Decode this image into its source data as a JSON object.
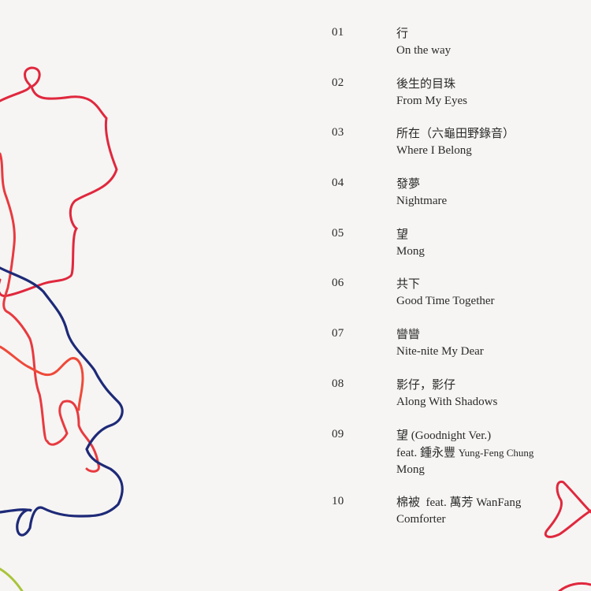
{
  "album": {
    "background_color": "#f6f5f3",
    "text_color": "#2a2a2a",
    "yarn_colors": {
      "red": "#e0283e",
      "orange_red": "#ee4a3a",
      "navy": "#1e2a78",
      "lime": "#a8c43a"
    }
  },
  "tracks": [
    {
      "number": "01",
      "chinese": "行",
      "english": "On the way"
    },
    {
      "number": "02",
      "chinese": "後生的目珠",
      "english": "From My Eyes"
    },
    {
      "number": "03",
      "chinese": "所在（六龜田野錄音）",
      "english": "Where I Belong"
    },
    {
      "number": "04",
      "chinese": "發夢",
      "english": "Nightmare"
    },
    {
      "number": "05",
      "chinese": "望",
      "english": "Mong"
    },
    {
      "number": "06",
      "chinese": "共下",
      "english": "Good Time Together"
    },
    {
      "number": "07",
      "chinese": "矕矕",
      "english": "Nite-nite My Dear"
    },
    {
      "number": "08",
      "chinese": "影仔，影仔",
      "english": "Along With Shadows"
    },
    {
      "number": "09",
      "chinese": "望 (Goodnight Ver.)",
      "feat_prefix": "feat. 鍾永豐",
      "feat_name_en": "Yung-Feng Chung",
      "english": "Mong"
    },
    {
      "number": "10",
      "chinese": "棉被  feat. 萬芳 WanFang",
      "english": "Comforter"
    }
  ]
}
